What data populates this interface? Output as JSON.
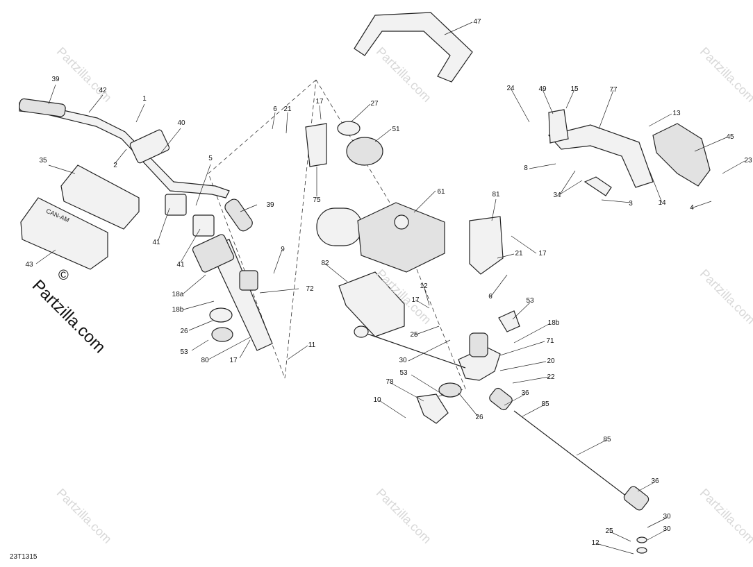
{
  "diagram_id": "23T1315",
  "watermark": "Partzilla.com",
  "copyright_symbol": "©",
  "callouts": [
    "39",
    "42",
    "1",
    "40",
    "2",
    "35",
    "43",
    "5",
    "39",
    "41",
    "41",
    "18a",
    "18b",
    "26",
    "53",
    "80",
    "17",
    "9",
    "72",
    "11",
    "6",
    "21",
    "17",
    "27",
    "51",
    "75",
    "61",
    "82",
    "12",
    "17",
    "25",
    "30",
    "47",
    "24",
    "49",
    "15",
    "77",
    "13",
    "45",
    "23",
    "8",
    "34",
    "3",
    "14",
    "4",
    "81",
    "17",
    "21",
    "6",
    "53",
    "18b",
    "71",
    "20",
    "22",
    "78",
    "10",
    "26",
    "53",
    "36",
    "85",
    "85",
    "36",
    "30",
    "30",
    "25",
    "12"
  ]
}
